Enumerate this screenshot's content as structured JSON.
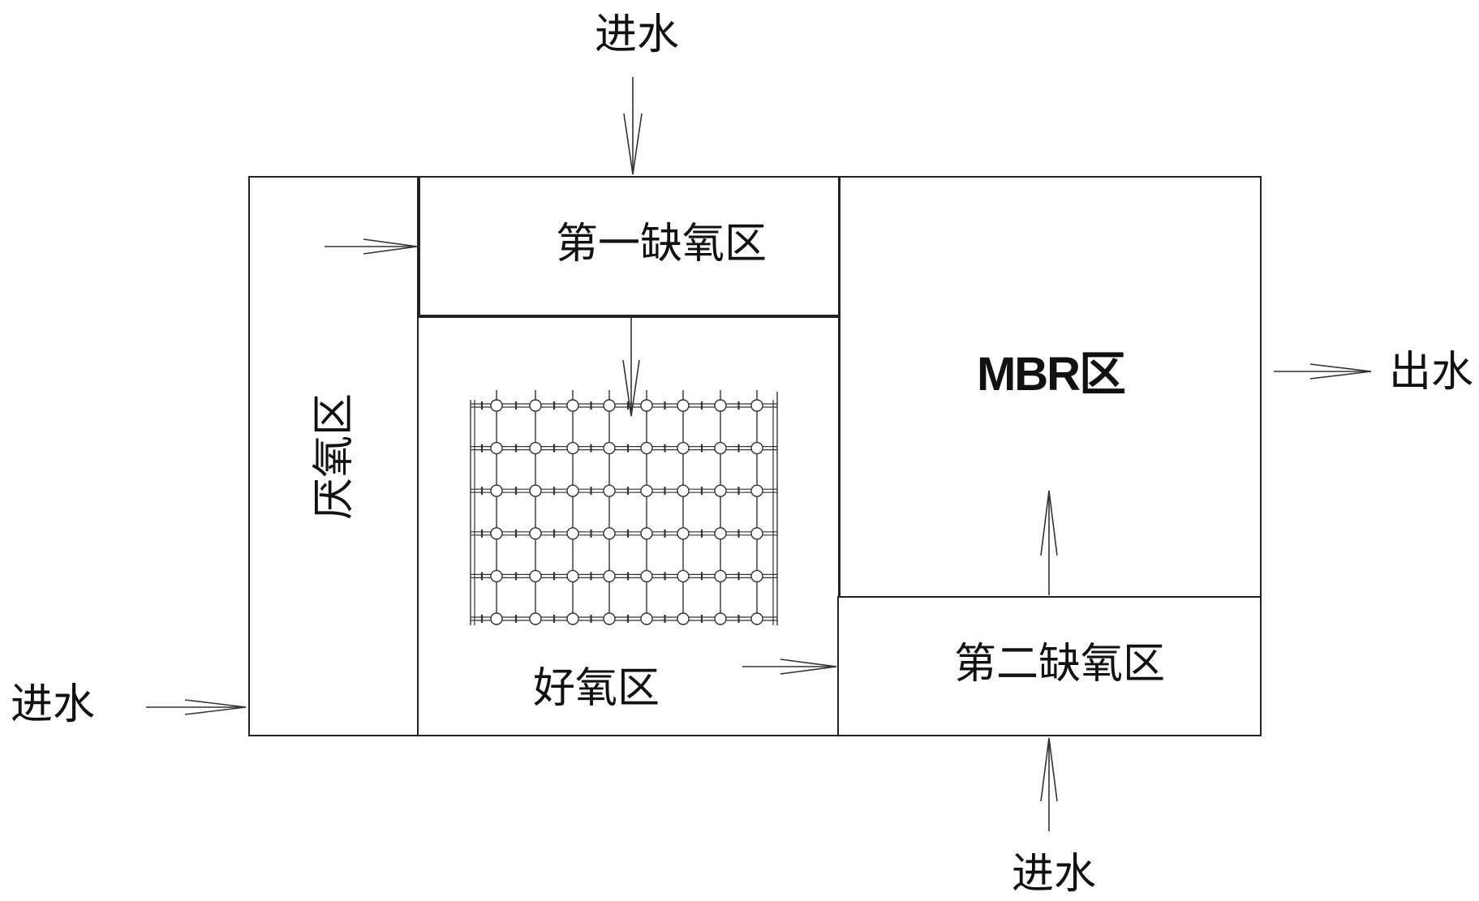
{
  "zones": {
    "anaerobic": "厌氧区",
    "anoxic_1": "第一缺氧区",
    "aerobic": "好氧区",
    "mbr": "MBR区",
    "anoxic_2": "第二缺氧区"
  },
  "flows": {
    "inlet_top": "进水",
    "inlet_left": "进水",
    "inlet_bottom": "进水",
    "outlet": "出水"
  },
  "aeration_grid": {
    "rows": 6,
    "columns": 8,
    "icon": "diffuser-circle-icon"
  }
}
